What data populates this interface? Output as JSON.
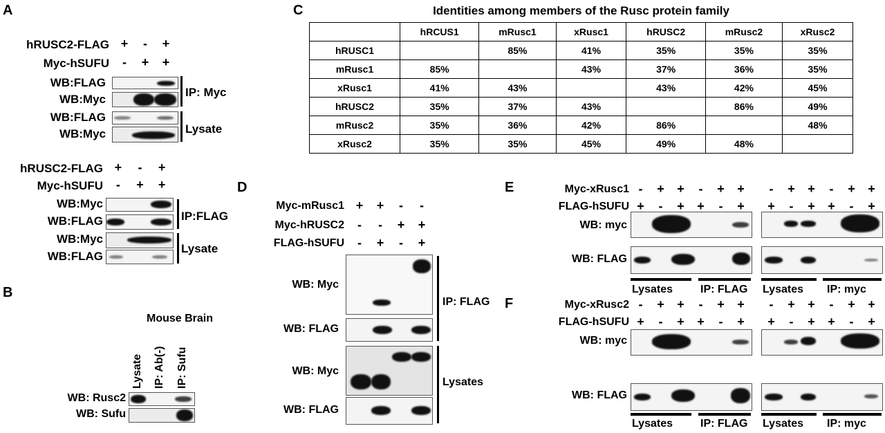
{
  "panelA": {
    "label": "A",
    "top": {
      "rows": [
        {
          "name": "hRUSC2-FLAG",
          "signs": [
            "+",
            "-",
            "+"
          ]
        },
        {
          "name": "Myc-hSUFU",
          "signs": [
            "-",
            "+",
            "+"
          ]
        }
      ],
      "blots": [
        "WB:FLAG",
        "WB:Myc",
        "WB:FLAG",
        "WB:Myc"
      ],
      "groups": [
        "IP: Myc",
        "Lysate"
      ]
    },
    "bottom": {
      "rows": [
        {
          "name": "hRUSC2-FLAG",
          "signs": [
            "+",
            "-",
            "+"
          ]
        },
        {
          "name": "Myc-hSUFU",
          "signs": [
            "-",
            "+",
            "+"
          ]
        }
      ],
      "blots": [
        "WB:Myc",
        "WB:FLAG",
        "WB:Myc",
        "WB:FLAG"
      ],
      "groups": [
        "IP:FLAG",
        "Lysate"
      ]
    }
  },
  "panelB": {
    "label": "B",
    "title": "Mouse Brain",
    "lanes": [
      "Lysate",
      "IP: Ab(-)",
      "IP: Sufu"
    ],
    "blots": [
      "WB: Rusc2",
      "WB: Sufu"
    ]
  },
  "panelC": {
    "label": "C",
    "title": "Identities among members of the Rusc protein family",
    "columns": [
      "",
      "hRCUS1",
      "mRusc1",
      "xRusc1",
      "hRUSC2",
      "mRusc2",
      "xRusc2"
    ],
    "rows": [
      [
        "hRUSC1",
        "",
        "85%",
        "41%",
        "35%",
        "35%",
        "35%"
      ],
      [
        "mRusc1",
        "85%",
        "",
        "43%",
        "37%",
        "36%",
        "35%"
      ],
      [
        "xRusc1",
        "41%",
        "43%",
        "",
        "43%",
        "42%",
        "45%"
      ],
      [
        "hRUSC2",
        "35%",
        "37%",
        "43%",
        "",
        "86%",
        "49%"
      ],
      [
        "mRusc2",
        "35%",
        "36%",
        "42%",
        "86%",
        "",
        "48%"
      ],
      [
        "xRusc2",
        "35%",
        "35%",
        "45%",
        "49%",
        "48%",
        ""
      ]
    ]
  },
  "panelD": {
    "label": "D",
    "rows": [
      {
        "name": "Myc-mRusc1",
        "signs": [
          "+",
          "+",
          "-",
          "-"
        ]
      },
      {
        "name": "Myc-hRUSC2",
        "signs": [
          "-",
          "-",
          "+",
          "+"
        ]
      },
      {
        "name": "FLAG-hSUFU",
        "signs": [
          "-",
          "+",
          "-",
          "+"
        ]
      }
    ],
    "blots": [
      "WB: Myc",
      "WB: FLAG",
      "WB: Myc",
      "WB: FLAG"
    ],
    "groups": [
      "IP: FLAG",
      "Lysates"
    ]
  },
  "panelE": {
    "label": "E",
    "rows": [
      {
        "name": "Myc-xRusc1",
        "signs": [
          "-",
          "+",
          "+",
          "-",
          "+",
          "+",
          "-",
          "+",
          "+",
          "-",
          "+",
          "+"
        ]
      },
      {
        "name": "FLAG-hSUFU",
        "signs": [
          "+",
          "-",
          "+",
          "+",
          "-",
          "+",
          "+",
          "-",
          "+",
          "+",
          "-",
          "+"
        ]
      }
    ],
    "blots": [
      "WB: myc",
      "WB: FLAG"
    ],
    "groups": [
      "Lysates",
      "IP: FLAG",
      "Lysates",
      "IP: myc"
    ]
  },
  "panelF": {
    "label": "F",
    "rows": [
      {
        "name": "Myc-xRusc2",
        "signs": [
          "-",
          "+",
          "+",
          "-",
          "+",
          "+",
          "-",
          "+",
          "+",
          "-",
          "+",
          "+"
        ]
      },
      {
        "name": "FLAG-hSUFU",
        "signs": [
          "+",
          "-",
          "+",
          "+",
          "-",
          "+",
          "+",
          "-",
          "+",
          "+",
          "-",
          "+"
        ]
      }
    ],
    "blots": [
      "WB: myc",
      "WB: FLAG"
    ],
    "groups": [
      "Lysates",
      "IP: FLAG",
      "Lysates",
      "IP: myc"
    ]
  }
}
